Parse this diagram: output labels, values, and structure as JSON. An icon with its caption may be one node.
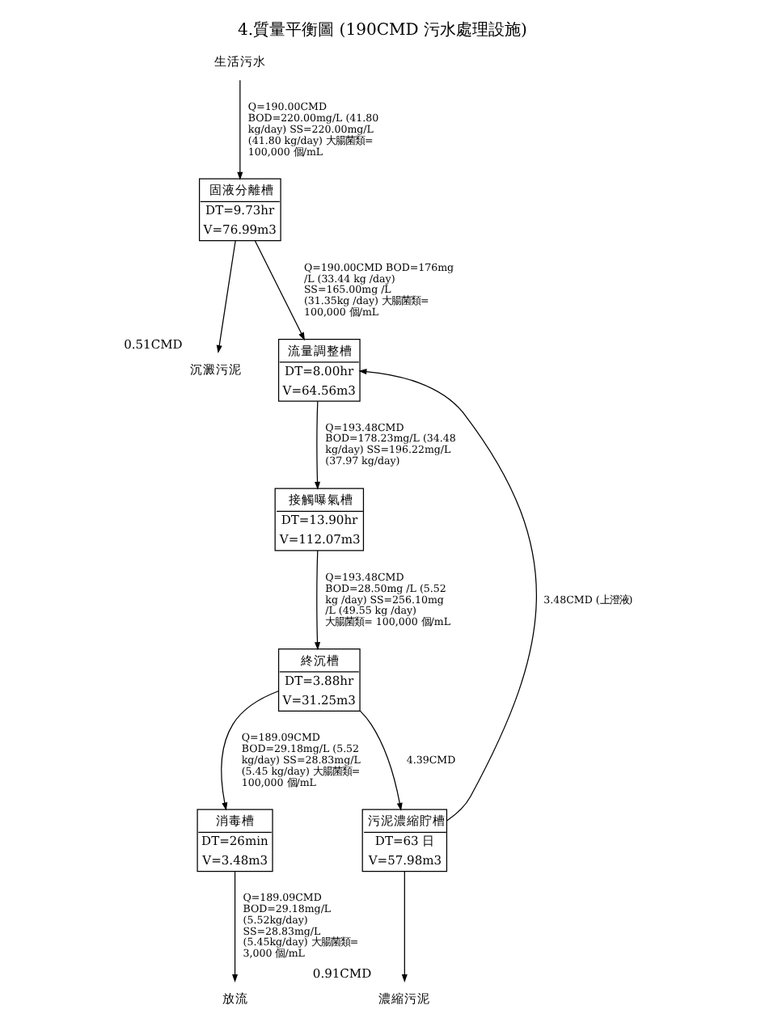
{
  "diagram": {
    "title": "4.質量平衡圖 (190CMD 污水處理設施)",
    "nodes": [
      {
        "text": [
          "生活污水"
        ]
      },
      {
        "text": [
          "固液分離槽",
          "DT=9.73hr",
          "V=76.99m3"
        ]
      },
      {
        "text": [
          "沉澱污泥"
        ],
        "beside": [
          "0.51CMD"
        ]
      },
      {
        "text": [
          "流量調整槽",
          "DT=8.00hr",
          "V=64.56m3"
        ]
      },
      {
        "text": [
          "接觸曝氣槽",
          "DT=13.90hr",
          "V=112.07m3"
        ]
      },
      {
        "text": [
          "終沉槽",
          "DT=3.88hr",
          "V=31.25m3"
        ]
      },
      {
        "text": [
          "消毒槽",
          "DT=26min",
          "V=3.48m3"
        ]
      },
      {
        "text": [
          "放流"
        ]
      },
      {
        "text": [
          "污泥濃縮貯槽",
          "DT=63 日",
          "V=57.98m3"
        ]
      },
      {
        "text": [
          "濃縮污泥"
        ],
        "beside": [
          "0.91CMD"
        ]
      }
    ],
    "edges": [
      {
        "from": 0,
        "to": 1,
        "arrow": "to",
        "label": "Q=190.00CMD BOD=220.00mg/L (41.80 kg/day) SS=220.00mg/L (41.80 kg/day) 大腸菌類= 100,000 個/mL"
      },
      {
        "from": 1,
        "to": 2,
        "arrow": "to"
      },
      {
        "from": 1,
        "to": 3,
        "arrow": "to",
        "label": "Q=190.00CMD BOD=176mg /L (33.44 kg /day) SS=165.00mg /L (31.35kg /day) 大腸菌類= 100,000 個/mL"
      },
      {
        "from": 3,
        "to": 4,
        "arrow": "to",
        "label": "Q=193.48CMD BOD=178.23mg/L (34.48 kg/day) SS=196.22mg/L (37.97 kg/day)"
      },
      {
        "from": 4,
        "to": 5,
        "arrow": "to",
        "label": "Q=193.48CMD BOD=28.50mg /L (5.52 kg /day) SS=256.10mg /L (49.55 kg /day) 大腸菌類= 100,000 個/mL"
      },
      {
        "from": 5,
        "to": 6,
        "arrow": "to",
        "label": "Q=189.09CMD BOD=29.18mg/L (5.52 kg/day) SS=28.83mg/L (5.45 kg/day) 大腸菌類= 100,000 個/mL"
      },
      {
        "from": 6,
        "to": 7,
        "arrow": "to",
        "label": "Q=189.09CMD BOD=29.18mg/L (5.52kg/day) SS=28.83mg/L (5.45kg/day) 大腸菌類= 3,000 個/mL"
      },
      {
        "from": 5,
        "to": 8,
        "arrow": "to",
        "label": "4.39CMD"
      },
      {
        "from": 8,
        "to": 3,
        "arrow": "to",
        "label": "3.48CMD (上澄液)"
      },
      {
        "from": 8,
        "to": 9,
        "arrow": "to"
      }
    ]
  }
}
